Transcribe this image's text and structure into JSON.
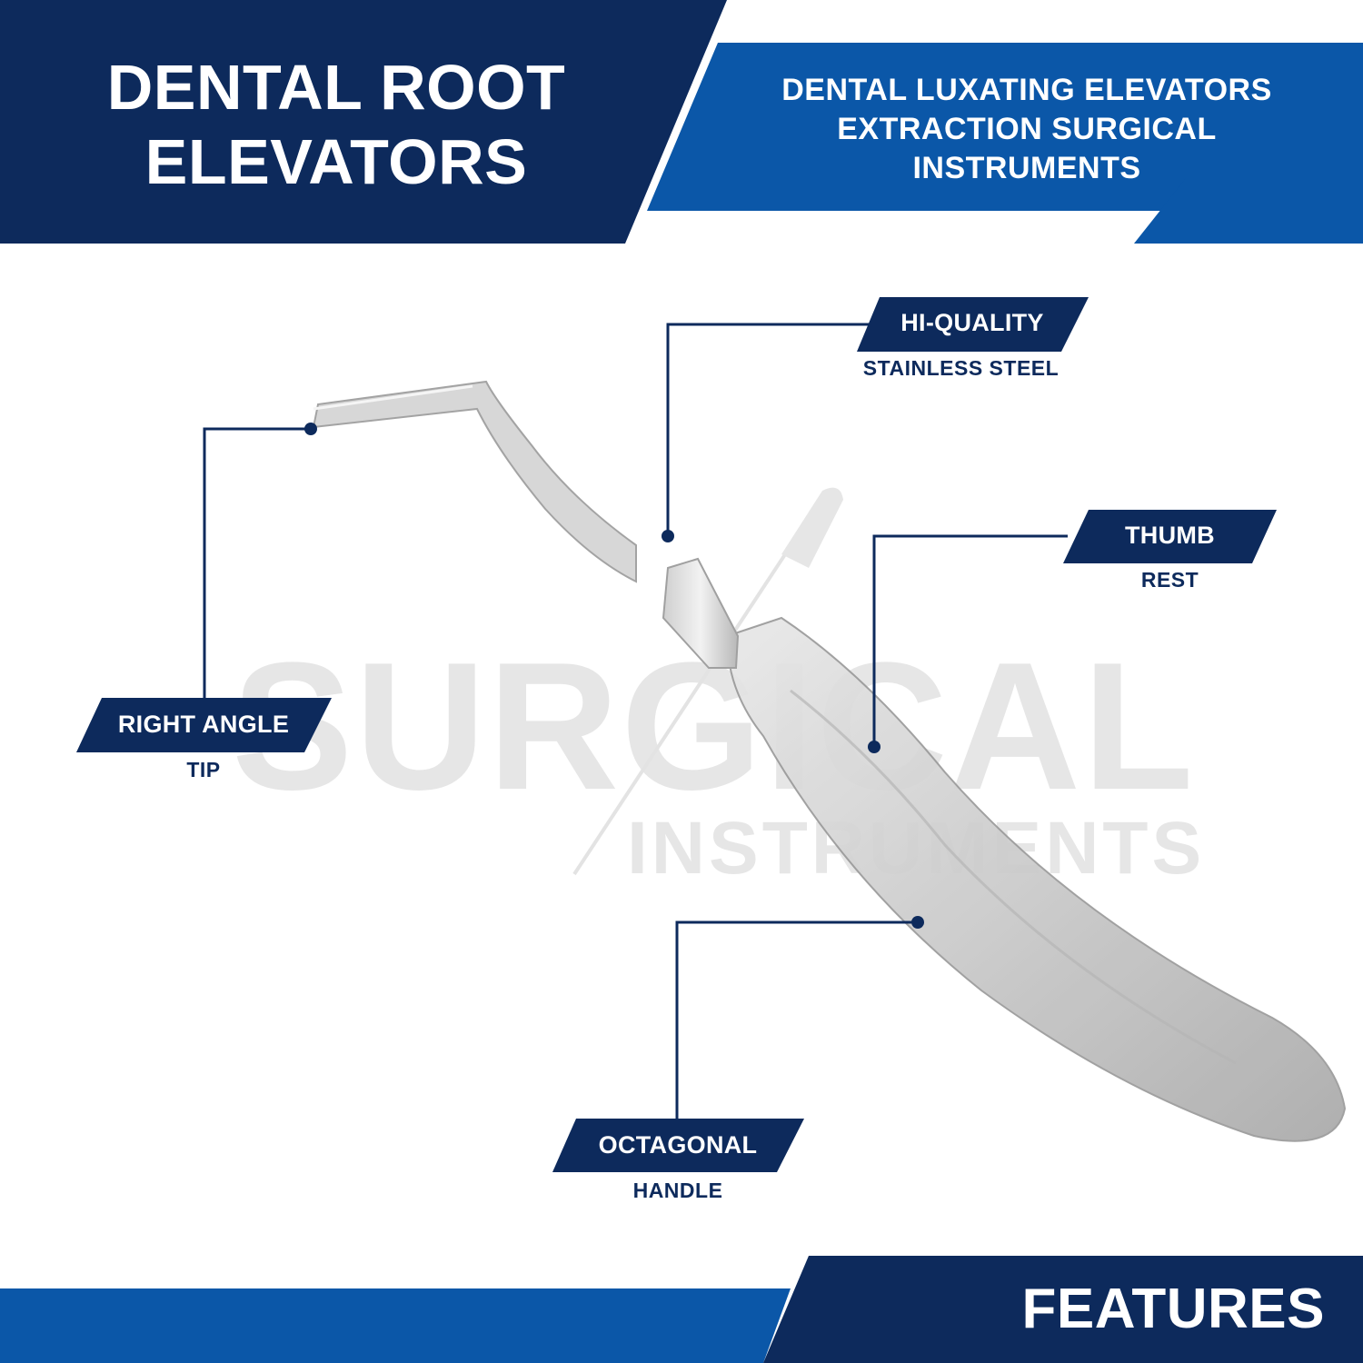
{
  "header": {
    "title_line1": "DENTAL ROOT",
    "title_line2": "ELEVATORS",
    "subtitle_line1": "DENTAL LUXATING ELEVATORS",
    "subtitle_line2": "EXTRACTION SURGICAL",
    "subtitle_line3": "INSTRUMENTS"
  },
  "callouts": {
    "quality": {
      "title": "HI-QUALITY",
      "sub": "STAINLESS STEEL"
    },
    "thumb": {
      "title": "THUMB",
      "sub": "REST"
    },
    "tip": {
      "title": "RIGHT ANGLE",
      "sub": "TIP"
    },
    "handle": {
      "title": "OCTAGONAL",
      "sub": "HANDLE"
    }
  },
  "watermark": {
    "line1": "SURGICAL",
    "line2": "INSTRUMENTS"
  },
  "footer": {
    "label": "FEATURES"
  },
  "colors": {
    "navy": "#0d2a5c",
    "blue": "#0b57a8",
    "white": "#ffffff"
  }
}
